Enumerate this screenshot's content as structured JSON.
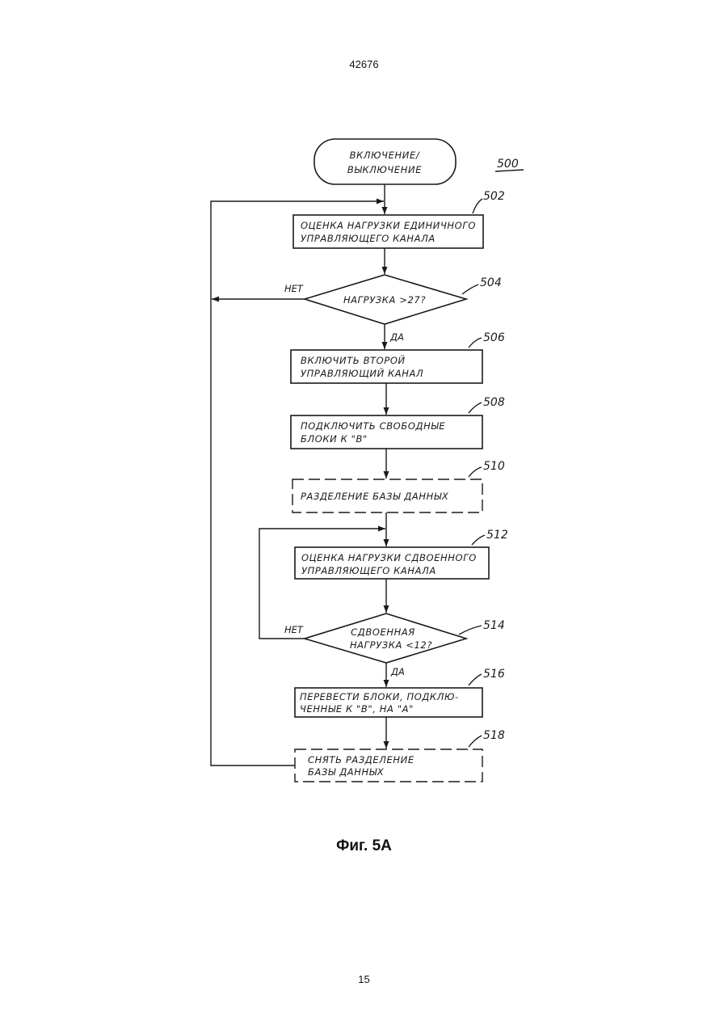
{
  "page": {
    "top_number": "42676",
    "bottom_number": "15",
    "caption": "Фиг. 5А"
  },
  "diagram": {
    "ref": "500",
    "start": {
      "line1": "ВКЛЮЧЕНИЕ/",
      "line2": "ВЫКЛЮЧЕНИЕ"
    },
    "steps": [
      {
        "ref": "502",
        "line1": "ОЦЕНКА НАГРУЗКИ ЕДИНИЧНОГО",
        "line2": "УПРАВЛЯЮЩЕГО КАНАЛА"
      },
      {
        "ref": "504",
        "line1": "НАГРУЗКА >27?",
        "line2": ""
      },
      {
        "ref": "506",
        "line1": "ВКЛЮЧИТЬ ВТОРОЙ",
        "line2": "УПРАВЛЯЮЩИЙ КАНАЛ"
      },
      {
        "ref": "508",
        "line1": "ПОДКЛЮЧИТЬ СВОБОДНЫЕ",
        "line2": "БЛОКИ К \"В\""
      },
      {
        "ref": "510",
        "line1": "РАЗДЕЛЕНИЕ БАЗЫ ДАННЫХ",
        "line2": ""
      },
      {
        "ref": "512",
        "line1": "ОЦЕНКА НАГРУЗКИ СДВОЕННОГО",
        "line2": "УПРАВЛЯЮЩЕГО КАНАЛА"
      },
      {
        "ref": "514",
        "line1": "СДВОЕННАЯ",
        "line2": "НАГРУЗКА <12?"
      },
      {
        "ref": "516",
        "line1": "ПЕРЕВЕСТИ БЛОКИ, ПОДКЛЮ-",
        "line2": "ЧЕННЫЕ К \"В\", НА \"А\""
      },
      {
        "ref": "518",
        "line1": "СНЯТЬ РАЗДЕЛЕНИЕ",
        "line2": "БАЗЫ ДАННЫХ"
      }
    ],
    "labels": {
      "no_1": "НЕТ",
      "yes_1": "ДА",
      "no_2": "НЕТ",
      "yes_2": "ДА"
    }
  }
}
